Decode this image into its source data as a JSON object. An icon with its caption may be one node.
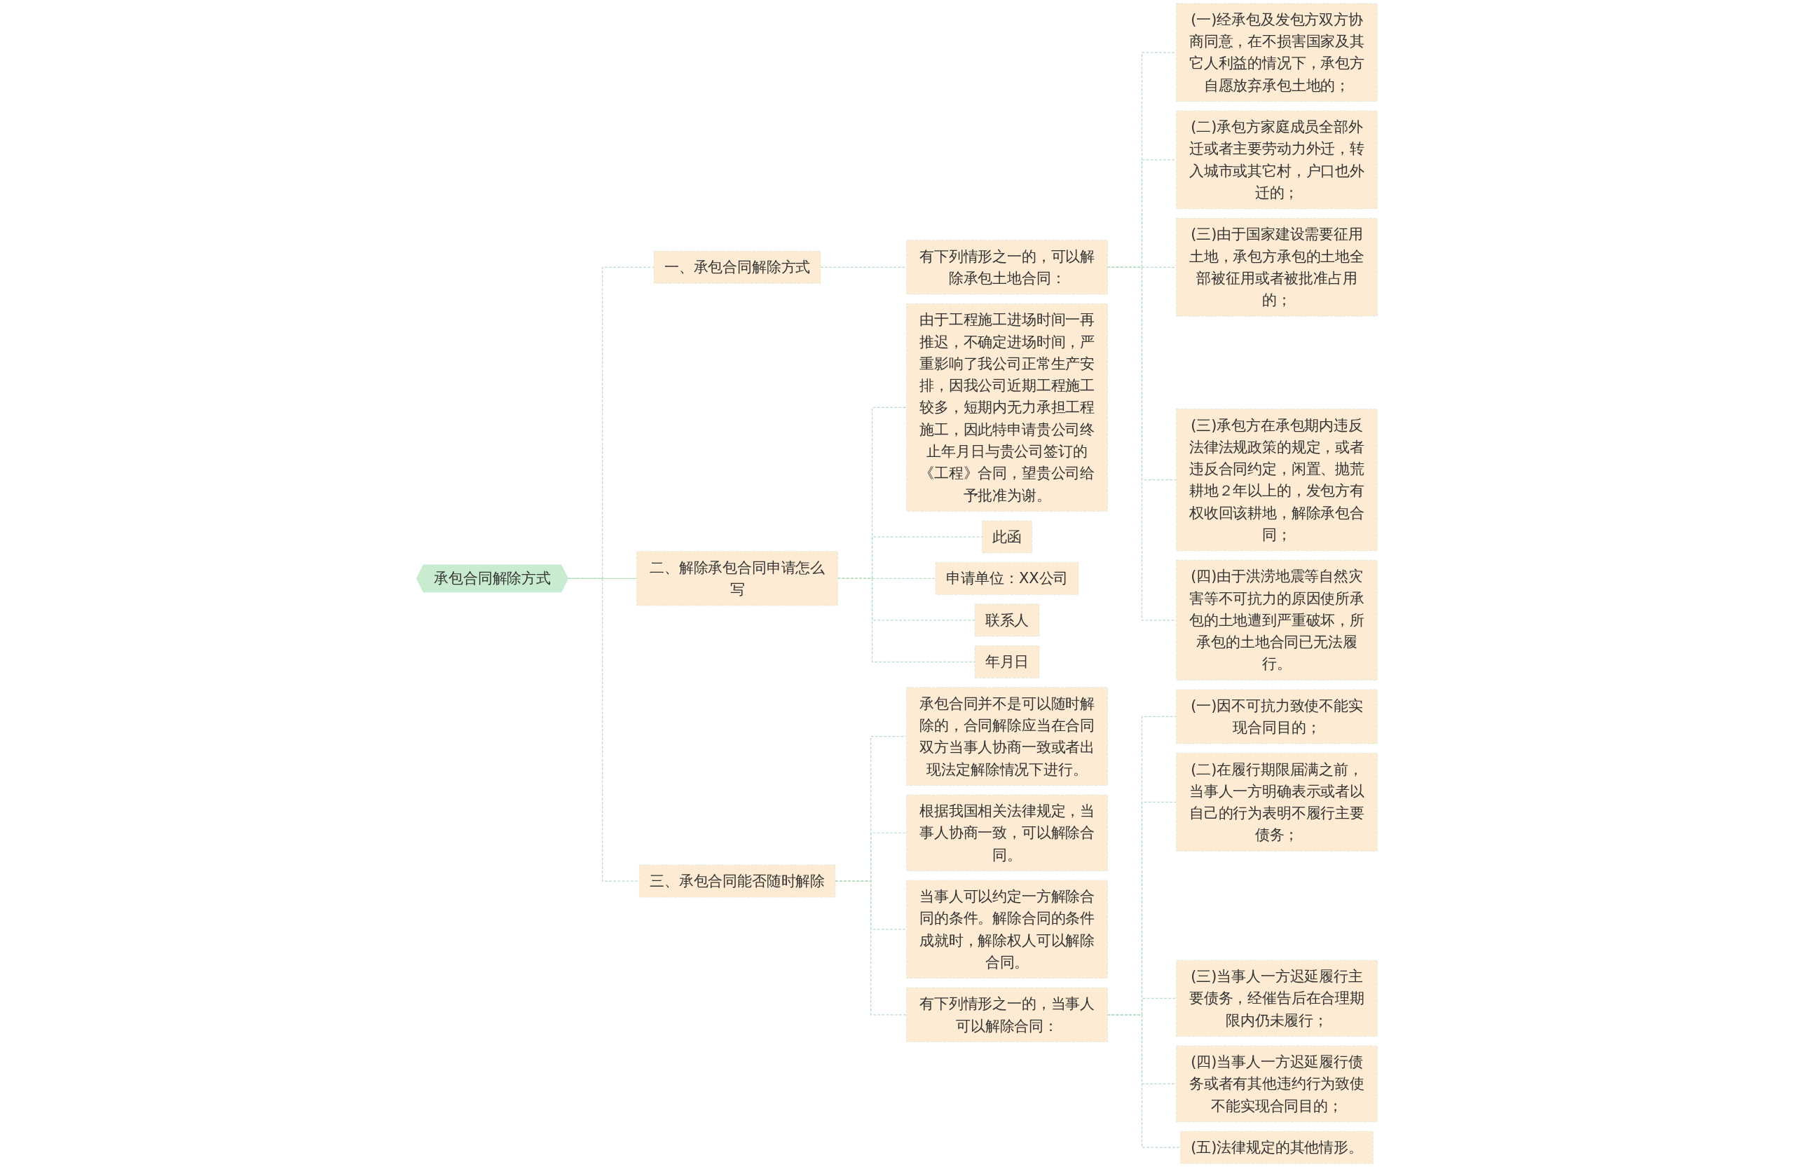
{
  "diagram": {
    "nodes": [
      {
        "text": [
          "承包合同解除方式"
        ]
      },
      {
        "text": [
          "一、承包合同解除方式"
        ]
      },
      {
        "text": [
          "有下列情形之一的，可以解除承包土地合同："
        ]
      },
      {
        "text": [
          "(一)经承包及发包方双方协商同意，在不损害国家及其它人利益的情况下，承包方自愿放弃承包土地的；"
        ]
      },
      {
        "text": [
          "(二)承包方家庭成员全部外迁或者主要劳动力外迁，转入城市或其它村，户口也外迁的；"
        ]
      },
      {
        "text": [
          "(三)由于国家建设需要征用土地，承包方承包的土地全部被征用或者被批准占用的；"
        ]
      },
      {
        "text": [
          "(三)承包方在承包期内违反法律法规政策的规定，或者违反合同约定，闲置、抛荒耕地２年以上的，发包方有权收回该耕地，解除承包合同；"
        ]
      },
      {
        "text": [
          "(四)由于洪涝地震等自然灾害等不可抗力的原因使所承包的土地遭到严重破坏，所承包的土地合同已无法履行。"
        ]
      },
      {
        "text": [
          "二、解除承包合同申请怎么写"
        ]
      },
      {
        "text": [
          "由于工程施工进场时间一再推迟，不确定进场时间，严重影响了我公司正常生产安排，因我公司近期工程施工较多，短期内无力承担工程施工，因此特申请贵公司终止年月日与贵公司签订的《工程》合同，望贵公司给予批准为谢。"
        ]
      },
      {
        "text": [
          "此函"
        ]
      },
      {
        "text": [
          "申请单位：XX公司"
        ]
      },
      {
        "text": [
          "联系人"
        ]
      },
      {
        "text": [
          "年月日"
        ]
      },
      {
        "text": [
          "三、承包合同能否随时解除"
        ]
      },
      {
        "text": [
          "承包合同并不是可以随时解除的，合同解除应当在合同双方当事人协商一致或者出现法定解除情况下进行。"
        ]
      },
      {
        "text": [
          "根据我国相关法律规定，当事人协商一致，可以解除合同。"
        ]
      },
      {
        "text": [
          "当事人可以约定一方解除合同的条件。解除合同的条件成就时，解除权人可以解除合同。"
        ]
      },
      {
        "text": [
          "有下列情形之一的，当事人可以解除合同："
        ]
      },
      {
        "text": [
          "(一)因不可抗力致使不能实现合同目的；"
        ]
      },
      {
        "text": [
          "(二)在履行期限届满之前，当事人一方明确表示或者以自己的行为表明不履行主要债务；"
        ]
      },
      {
        "text": [
          "(三)当事人一方迟延履行主要债务，经催告后在合理期限内仍未履行；"
        ]
      },
      {
        "text": [
          "(四)当事人一方迟延履行债务或者有其他违约行为致使不能实现合同目的；"
        ]
      },
      {
        "text": [
          "(五)法律规定的其他情形。"
        ]
      }
    ],
    "edges": [
      {
        "from": 0,
        "to": 1,
        "arrow": "none",
        "style": "dashed"
      },
      {
        "from": 1,
        "to": 2,
        "arrow": "none",
        "style": "dashed"
      },
      {
        "from": 2,
        "to": 3,
        "arrow": "none",
        "style": "dashed"
      },
      {
        "from": 2,
        "to": 4,
        "arrow": "none",
        "style": "dashed"
      },
      {
        "from": 2,
        "to": 5,
        "arrow": "none",
        "style": "dashed"
      },
      {
        "from": 2,
        "to": 6,
        "arrow": "none",
        "style": "dashed"
      },
      {
        "from": 2,
        "to": 7,
        "arrow": "none",
        "style": "dashed"
      },
      {
        "from": 0,
        "to": 8,
        "arrow": "none"
      },
      {
        "from": 8,
        "to": 9,
        "arrow": "none",
        "style": "dashed"
      },
      {
        "from": 8,
        "to": 10,
        "arrow": "none",
        "style": "dashed"
      },
      {
        "from": 8,
        "to": 11,
        "arrow": "none",
        "style": "dashed"
      },
      {
        "from": 8,
        "to": 12,
        "arrow": "none",
        "style": "dashed"
      },
      {
        "from": 8,
        "to": 13,
        "arrow": "none",
        "style": "dashed"
      },
      {
        "from": 0,
        "to": 14,
        "arrow": "none",
        "style": "dashed"
      },
      {
        "from": 14,
        "to": 15,
        "arrow": "none",
        "style": "dashed"
      },
      {
        "from": 14,
        "to": 16,
        "arrow": "none",
        "style": "dashed"
      },
      {
        "from": 14,
        "to": 17,
        "arrow": "none",
        "style": "dashed"
      },
      {
        "from": 14,
        "to": 18,
        "arrow": "none",
        "style": "dashed"
      },
      {
        "from": 18,
        "to": 19,
        "arrow": "none",
        "style": "dashed"
      },
      {
        "from": 18,
        "to": 20,
        "arrow": "none",
        "style": "dashed"
      },
      {
        "from": 18,
        "to": 21,
        "arrow": "none",
        "style": "dashed"
      },
      {
        "from": 18,
        "to": 22,
        "arrow": "none",
        "style": "dashed"
      },
      {
        "from": 18,
        "to": 23,
        "arrow": "none",
        "style": "dashed"
      }
    ]
  }
}
